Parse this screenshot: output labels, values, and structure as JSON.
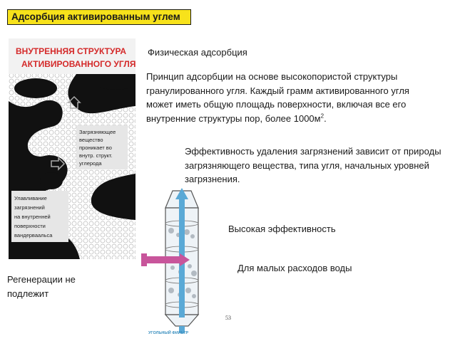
{
  "slide": {
    "title": "Адсорбция активированным углем",
    "subtitle": "Физическая адсорбция",
    "principle_lead": "Принцип адсорбции на основе высокопористой структуры гранулированного угля. Каждый грамм активированного угля может иметь общую площадь поверхности, включая все его внутренние структуры пор, более 1000м",
    "principle_sup": "2",
    "principle_tail": ".",
    "efficiency": "Эффективность удаления загрязнений зависит от природы загрязняющего вещества, типа угля, начальных уровней загрязнения.",
    "high_efficiency": "Высокая эффективность",
    "small_flows": "Для малых расходов воды",
    "regeneration": "Регенерации не подлежит",
    "page_number": "53"
  },
  "figure_left": {
    "heading_line1": "ВНУТРЕННЯЯ СТРУКТУРА",
    "heading_line2": "АКТИВИРОВАННОГО УГЛЯ",
    "caption_top": [
      "Загрязняющее",
      "вещество",
      "проникает во",
      "внутр. структ.",
      "углерода"
    ],
    "caption_bottom": [
      "Улавливание",
      "загрязнений",
      "на внутренней",
      "поверхности",
      "вандерваальса"
    ]
  },
  "figure_right": {
    "caption": "УГОЛЬНЫЙ ФИЛЬТР"
  },
  "colors": {
    "title_bg": "#f7e21b",
    "heading_red": "#d42a2a",
    "flow_blue": "#5aa9d6",
    "inlet_pink": "#c8559b"
  }
}
